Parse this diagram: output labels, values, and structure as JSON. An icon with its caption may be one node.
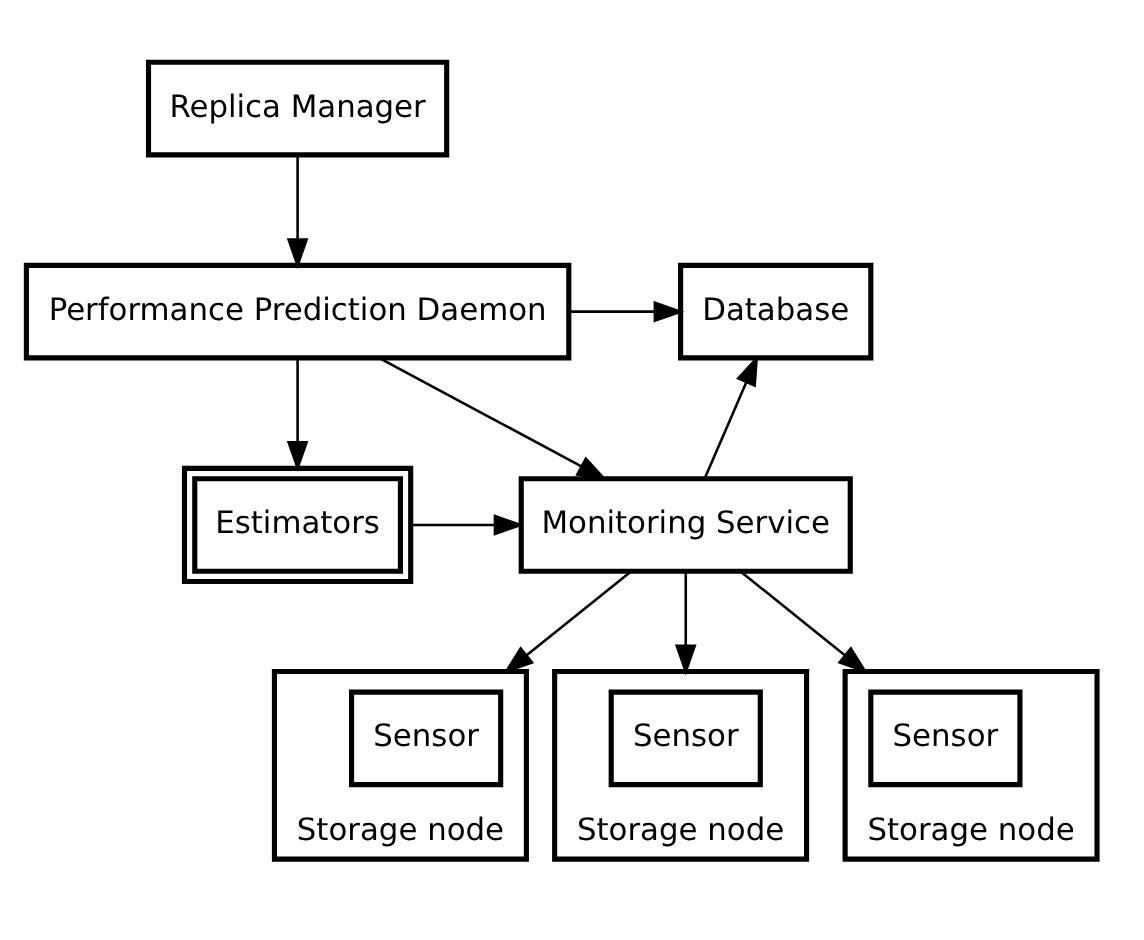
{
  "diagram": {
    "nodes": [
      {
        "text": [
          "Replica Manager"
        ]
      },
      {
        "text": [
          "Performance Prediction Daemon"
        ]
      },
      {
        "text": [
          "Database"
        ]
      },
      {
        "text": [
          "Estimators"
        ]
      },
      {
        "text": [
          "Monitoring Service"
        ]
      },
      {
        "text": [
          "Storage node"
        ]
      },
      {
        "text": [
          "Sensor"
        ],
        "in": 5
      },
      {
        "text": [
          "Storage node"
        ]
      },
      {
        "text": [
          "Sensor"
        ],
        "in": 7
      },
      {
        "text": [
          "Storage node"
        ]
      },
      {
        "text": [
          "Sensor"
        ],
        "in": 9
      }
    ],
    "edges": [
      {
        "from": 0,
        "to": 1,
        "arrow": "to"
      },
      {
        "from": 1,
        "to": 2,
        "arrow": "to"
      },
      {
        "from": 1,
        "to": 3,
        "arrow": "to"
      },
      {
        "from": 1,
        "to": 4,
        "arrow": "to"
      },
      {
        "from": 3,
        "to": 4,
        "arrow": "to"
      },
      {
        "from": 4,
        "to": 2,
        "arrow": "to"
      },
      {
        "from": 4,
        "to": 5,
        "arrow": "to"
      },
      {
        "from": 4,
        "to": 7,
        "arrow": "to"
      },
      {
        "from": 4,
        "to": 9,
        "arrow": "to"
      }
    ]
  }
}
